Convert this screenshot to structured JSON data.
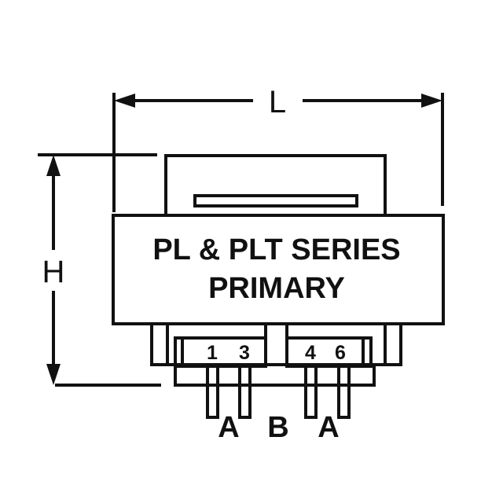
{
  "dimensions": {
    "length": "L",
    "height": "H"
  },
  "body": {
    "line1": "PL & PLT SERIES",
    "line2": "PRIMARY"
  },
  "pins": {
    "p1": "1",
    "p3": "3",
    "p4": "4",
    "p6": "6"
  },
  "groups": {
    "left": "A",
    "middle": "B",
    "right": "A"
  },
  "colors": {
    "ink": "#111111",
    "paper": "#ffffff"
  }
}
